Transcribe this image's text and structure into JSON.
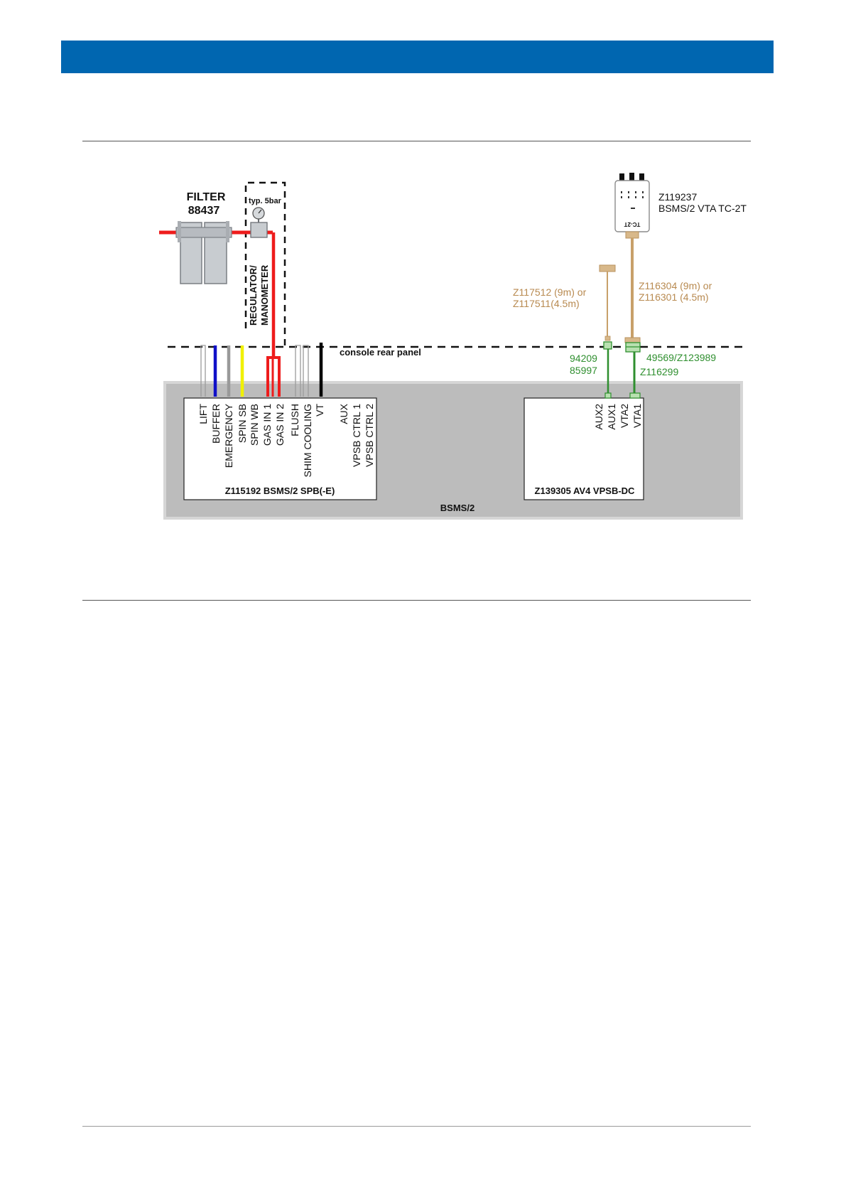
{
  "colors": {
    "header": "#0066b0",
    "gas": "#ee1c1c",
    "buffer": "#1010c8",
    "emergency": "#999999",
    "spin_sb": "#f0f000",
    "vt": "#000000",
    "cable_tan": "#c8a06a",
    "tan_text": "#b88a50",
    "green": "#2f8f2f",
    "enclosure": "#bcbcbc"
  },
  "filter": {
    "title": "FILTER",
    "part": "88437"
  },
  "regulator": {
    "pressure": "typ. 5bar",
    "label_line1": "REGULATOR/",
    "label_line2": "MANOMETER"
  },
  "rear_panel": {
    "label": "console rear panel"
  },
  "sensor": {
    "part": "Z119237",
    "name": "BSMS/2 VTA TC-2T",
    "device_label": "TC-2T"
  },
  "cable_aux": {
    "line1": "Z117512 (9m) or",
    "line2": "Z117511(4.5m)"
  },
  "cable_vta": {
    "line1": "Z116304 (9m) or",
    "line2": "Z116301 (4.5m)"
  },
  "adapter_aux": {
    "line1": "94209",
    "line2": "85997"
  },
  "adapter_vta": {
    "line1": "49569/Z123989",
    "line2": "Z116299"
  },
  "spb_board": {
    "title": "Z115192 BSMS/2 SPB(-E)",
    "ports": [
      "LIFT",
      "BUFFER",
      "EMERGENCY",
      "SPIN SB",
      "SPIN WB",
      "GAS IN 1",
      "GAS IN 2",
      "FLUSH",
      "SHIM COOLING",
      "VT",
      "AUX",
      "VPSB CTRL 1",
      "VPSB CTRL 2"
    ]
  },
  "vpsb_board": {
    "title": "Z139305 AV4 VPSB-DC",
    "ports": [
      "AUX2",
      "AUX1",
      "VTA2",
      "VTA1"
    ]
  },
  "enclosure": {
    "label": "BSMS/2"
  }
}
